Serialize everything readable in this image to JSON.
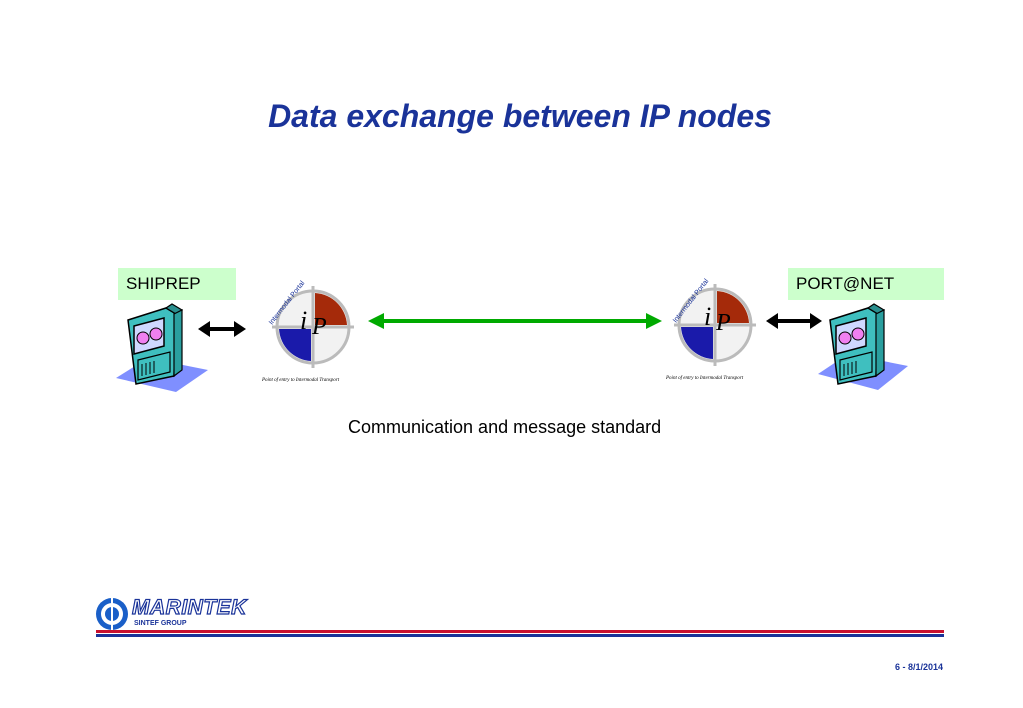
{
  "slide": {
    "title": "Data exchange between IP nodes",
    "caption": "Communication and message standard",
    "page_number": "6 - 8/1/2014"
  },
  "nodes": {
    "left_label": "SHIPREP",
    "right_label": "PORT@NET",
    "left_portal_arc_text": "Intermodal Portal",
    "right_portal_arc_text": "Intermodal Portal",
    "left_portal_tagline": "Point of entry to Intermodal Transport",
    "right_portal_tagline": "Point of entry to Intermodal Transport",
    "portal_letter_i": "i",
    "portal_letter_p": "P"
  },
  "footer": {
    "company": "MARINTEK",
    "group": "SINTEF GROUP"
  },
  "colors": {
    "title": "#1a3399",
    "label_bg": "#ccffcc",
    "link_arrow": "#00aa00",
    "local_arrow": "#000000",
    "portal_red": "#a52a0a",
    "portal_blue": "#1a1aaa",
    "footer_red": "#c8102e",
    "footer_blue": "#1a3399"
  }
}
